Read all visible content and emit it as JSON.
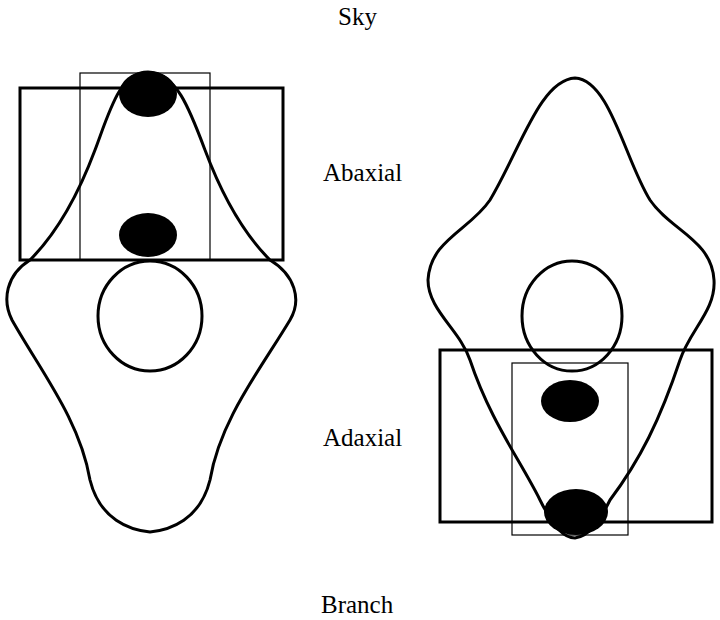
{
  "diagram": {
    "labels": [
      "Sky",
      "Abaxial",
      "Adaxial",
      "Branch"
    ]
  }
}
